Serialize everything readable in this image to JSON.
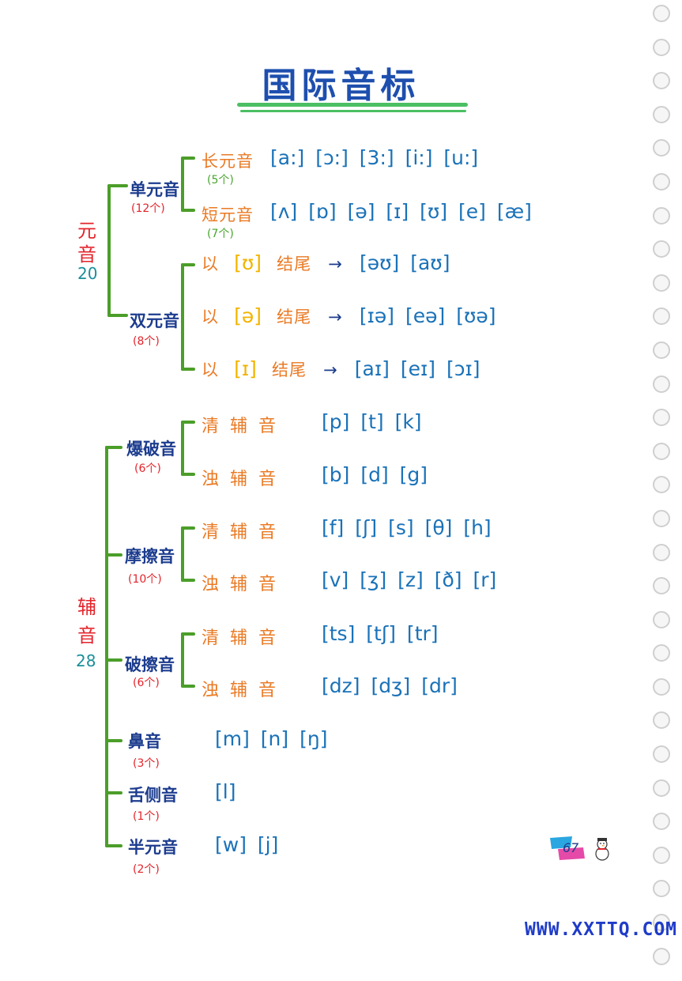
{
  "title": "国际音标",
  "vowels": {
    "label_top": "元",
    "label_bottom": "音",
    "count": "20",
    "monophthongs": {
      "label": "单元音",
      "count": "(12个)",
      "long": {
        "label": "长元音",
        "count": "(5个)",
        "symbols": "[a:] [ɔ:] [3:] [i:] [u:]"
      },
      "short": {
        "label": "短元音",
        "count": "(7个)",
        "symbols": "[ʌ] [ɒ] [ə] [ɪ] [ʊ] [e] [æ]"
      }
    },
    "diphthongs": {
      "label": "双元音",
      "count": "(8个)",
      "rows": [
        {
          "prefix": "以",
          "marker": "[ʊ]",
          "suffix": "结尾",
          "arrow": "→",
          "symbols": "[əʊ] [aʊ]"
        },
        {
          "prefix": "以",
          "marker": "[ə]",
          "suffix": "结尾",
          "arrow": "→",
          "symbols": "[ɪə] [eə] [ʊə]"
        },
        {
          "prefix": "以",
          "marker": "[ɪ]",
          "suffix": "结尾",
          "arrow": "→",
          "symbols": "[aɪ] [eɪ] [ɔɪ]"
        }
      ]
    }
  },
  "consonants": {
    "label_top": "辅",
    "label_bottom": "音",
    "count": "28",
    "plosives": {
      "label": "爆破音",
      "count": "(6个)",
      "voiceless": {
        "label": "清辅音",
        "symbols": "[p] [t] [k]"
      },
      "voiced": {
        "label": "浊辅音",
        "symbols": "[b] [d] [g]"
      }
    },
    "fricatives": {
      "label": "摩擦音",
      "count": "(10个)",
      "voiceless": {
        "label": "清辅音",
        "symbols": "[f] [ʃ] [s] [θ] [h]"
      },
      "voiced": {
        "label": "浊辅音",
        "symbols": "[v] [ʒ] [z] [ð] [r]"
      }
    },
    "affricates": {
      "label": "破擦音",
      "count": "(6个)",
      "voiceless": {
        "label": "清辅音",
        "symbols": "[ts] [tʃ] [tr]"
      },
      "voiced": {
        "label": "浊辅音",
        "symbols": "[dz] [dʒ] [dr]"
      }
    },
    "nasals": {
      "label": "鼻音",
      "count": "(3个)",
      "symbols": "[m] [n] [ŋ]"
    },
    "lateral": {
      "label": "舌侧音",
      "count": "(1个)",
      "symbols": "[l]"
    },
    "semivowels": {
      "label": "半元音",
      "count": "(2个)",
      "symbols": "[w] [j]"
    }
  },
  "page_number": "67",
  "footer_url": "WWW.XXTTQ.COM",
  "colors": {
    "accent_green": "#4b9e29",
    "symbol_blue": "#1a72b8",
    "label_orange": "#ea7a24",
    "node_navy": "#1c3c8e",
    "category_red": "#e3242b"
  }
}
